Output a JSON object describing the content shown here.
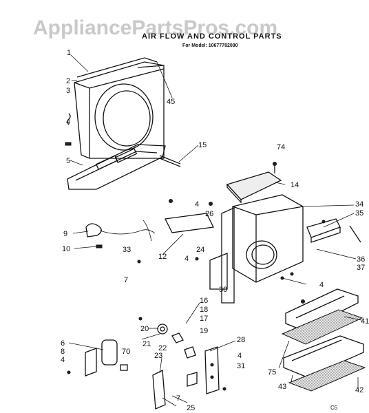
{
  "watermark": "AppliancePartsPros.com",
  "title": "AIR FLOW AND CONTROL PARTS",
  "subtitle": "For Model: 10677782090",
  "corner_mark": "C5",
  "callouts": [
    "1",
    "2",
    "3",
    "4",
    "45",
    "5",
    "15",
    "74",
    "14",
    "34",
    "35",
    "4",
    "26",
    "9",
    "10",
    "33",
    "12",
    "24",
    "4",
    "7",
    "30",
    "36",
    "37",
    "4",
    "41",
    "16",
    "18",
    "17",
    "20",
    "19",
    "21",
    "22",
    "28",
    "6",
    "8",
    "4",
    "70",
    "23",
    "4",
    "31",
    "75",
    "43",
    "42",
    "7",
    "25"
  ]
}
